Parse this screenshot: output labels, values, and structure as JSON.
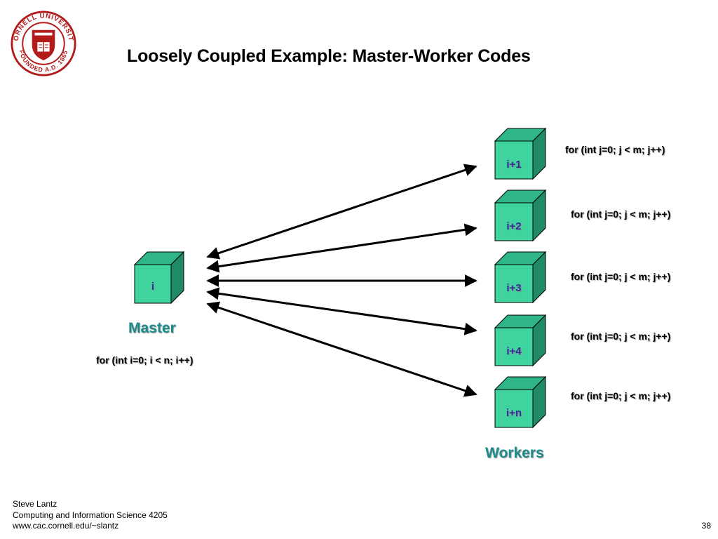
{
  "title": "Loosely Coupled Example: Master-Worker Codes",
  "logo": {
    "ring_text_top": "CORNELL UNIVERSITY",
    "ring_text_bottom": "FOUNDED A.D. 1865",
    "color": "#b31b1b"
  },
  "master": {
    "cube_label": "i",
    "label": "Master",
    "code": "for (int i=0; i < n; i++)"
  },
  "workers": {
    "label": "Workers",
    "items": [
      {
        "cube_label": "i+1",
        "code": "for (int j=0; j < m; j++)"
      },
      {
        "cube_label": "i+2",
        "code": "for (int j=0; j < m; j++)"
      },
      {
        "cube_label": "i+3",
        "code": "for (int j=0; j < m; j++)"
      },
      {
        "cube_label": "i+4",
        "code": "for (int j=0; j < m; j++)"
      },
      {
        "cube_label": "i+n",
        "code": "for (int j=0; j < m; j++)"
      }
    ]
  },
  "colors": {
    "cube_front": "#3fd39e",
    "cube_top": "#2fb586",
    "cube_side": "#1f8a65",
    "label_teal": "#1e8c8c",
    "cube_text": "#2d2d9a"
  },
  "footer": {
    "author": "Steve Lantz",
    "course": "Computing and Information Science 4205",
    "url": "www.cac.cornell.edu/~slantz",
    "page": "38"
  }
}
